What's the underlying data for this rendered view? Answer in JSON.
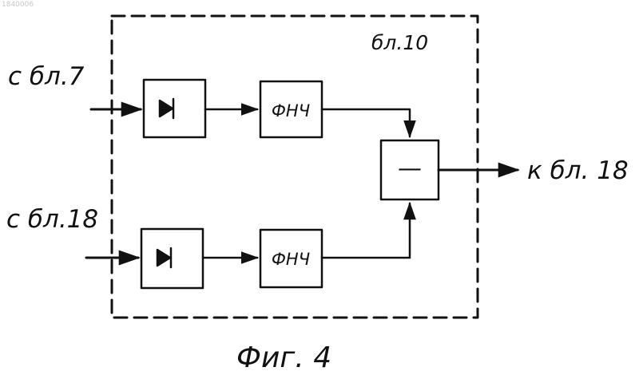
{
  "header": {
    "doc_id": "1840006"
  },
  "frame": {
    "block_label": "бл.10"
  },
  "inputs": [
    {
      "label": "с бл.7"
    },
    {
      "label": "с бл.18"
    }
  ],
  "blocks": {
    "lpf_label": "ФНЧ",
    "subtractor_label": "—"
  },
  "output": {
    "label": "к бл. 18"
  },
  "caption": {
    "text": "Фиг. 4"
  }
}
